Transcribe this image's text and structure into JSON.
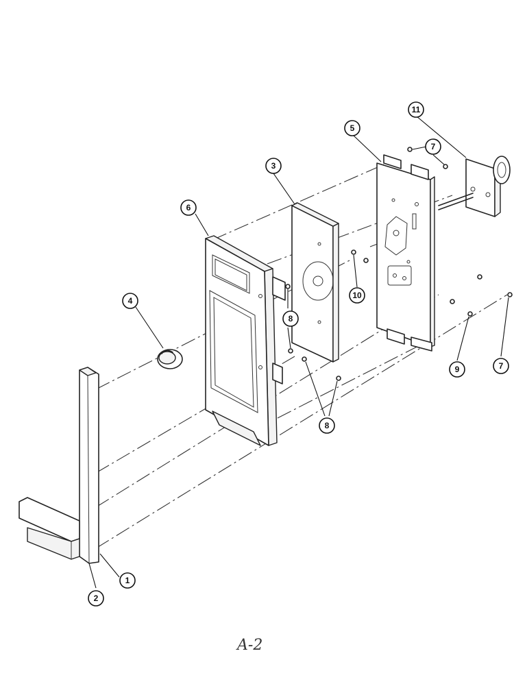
{
  "callouts": {
    "c1": "1",
    "c2": "2",
    "c3": "3",
    "c4": "4",
    "c5": "5",
    "c6": "6",
    "c7a": "7",
    "c7b": "7",
    "c8a": "8",
    "c8b": "8",
    "c9": "9",
    "c10": "10",
    "c11": "11"
  },
  "page_label": "A-2"
}
